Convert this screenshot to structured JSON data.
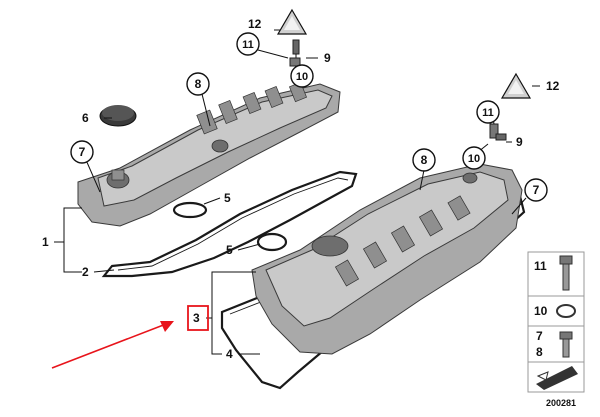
{
  "callouts": {
    "c1": "1",
    "c2": "2",
    "c3": "3",
    "c4": "4",
    "c5a": "5",
    "c5b": "5",
    "c6": "6",
    "c7a": "7",
    "c7b": "7",
    "c8a": "8",
    "c8b": "8",
    "c9a": "9",
    "c9b": "9",
    "c10a": "10",
    "c10b": "10",
    "c11a": "11",
    "c11b": "11",
    "c12a": "12",
    "c12b": "12"
  },
  "legend": {
    "row1": "11",
    "row2": "10",
    "row3_top": "7",
    "row3_bottom": "8"
  },
  "diagram_number": "200281",
  "colors": {
    "highlight": "#e8141b",
    "arrow": "#e8141b",
    "cover": "#a9a9a9"
  }
}
